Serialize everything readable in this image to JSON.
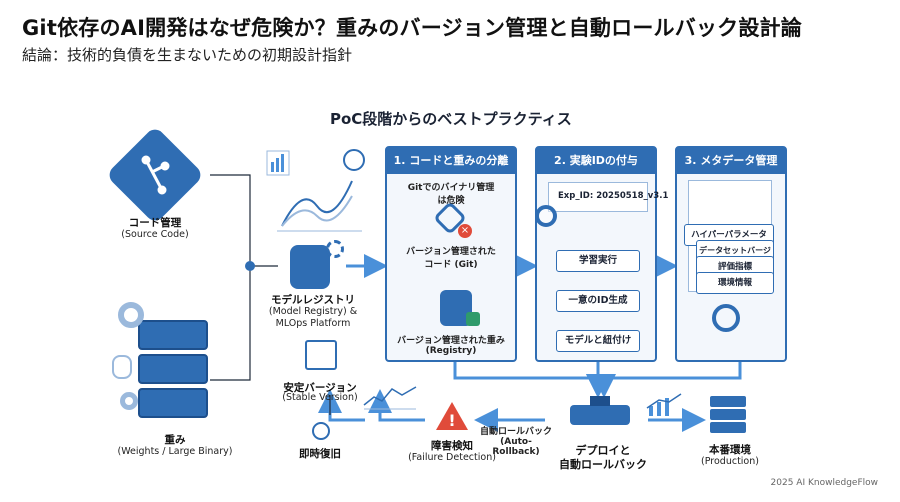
{
  "title": "Git依存のAI開発はなぜ危険か？重みのバージョン管理と自動ロールバック設計論",
  "subtitle": "結論：技術的負債を生まないための初期設計指針",
  "section_head": "PoC段階からのベストプラクティス",
  "left": {
    "source_label": "コード管理",
    "source_sub": "(Source Code)",
    "weights_label": "重み",
    "weights_sub": "(Weights / Large Binary)",
    "registry_label": "モデルレジストリ",
    "registry_sub1": "(Model Registry) &",
    "registry_sub2": "MLOps Platform",
    "stable_label": "安定バージョン",
    "stable_sub": "(Stable Version)",
    "instant": "即時復旧"
  },
  "panel1": {
    "head": "1. コードと重みの分離",
    "danger1": "Gitでのバイナリ管理",
    "danger2": "は危険",
    "code_label1": "バージョン管理された",
    "code_label2": "コード (Git)",
    "weights_label1": "バージョン管理された重み",
    "weights_label2": "(Registry)"
  },
  "panel2": {
    "head": "2. 実験IDの付与",
    "exp_id": "Exp_ID: 20250518_v3.1",
    "step1": "学習実行",
    "step2": "一意のID生成",
    "step3": "モデルと紐付け"
  },
  "panel3": {
    "head": "3. メタデータ管理",
    "items": [
      "ハイパーパラメータ",
      "データセットバージョン",
      "評価指標",
      "環境情報"
    ]
  },
  "bottom": {
    "failure_label": "障害検知",
    "failure_sub": "(Failure Detection)",
    "rollback_label": "自動ロールバック",
    "rollback_sub": "(Auto-Rollback)",
    "deploy_label1": "デプロイと",
    "deploy_label2": "自動ロールバック",
    "prod_label": "本番環境",
    "prod_sub": "(Production)"
  },
  "footer": "2025 AI KnowledgeFlow",
  "colors": {
    "primary": "#2f6db3",
    "accent": "#4a90d9",
    "danger": "#e04b3a"
  }
}
